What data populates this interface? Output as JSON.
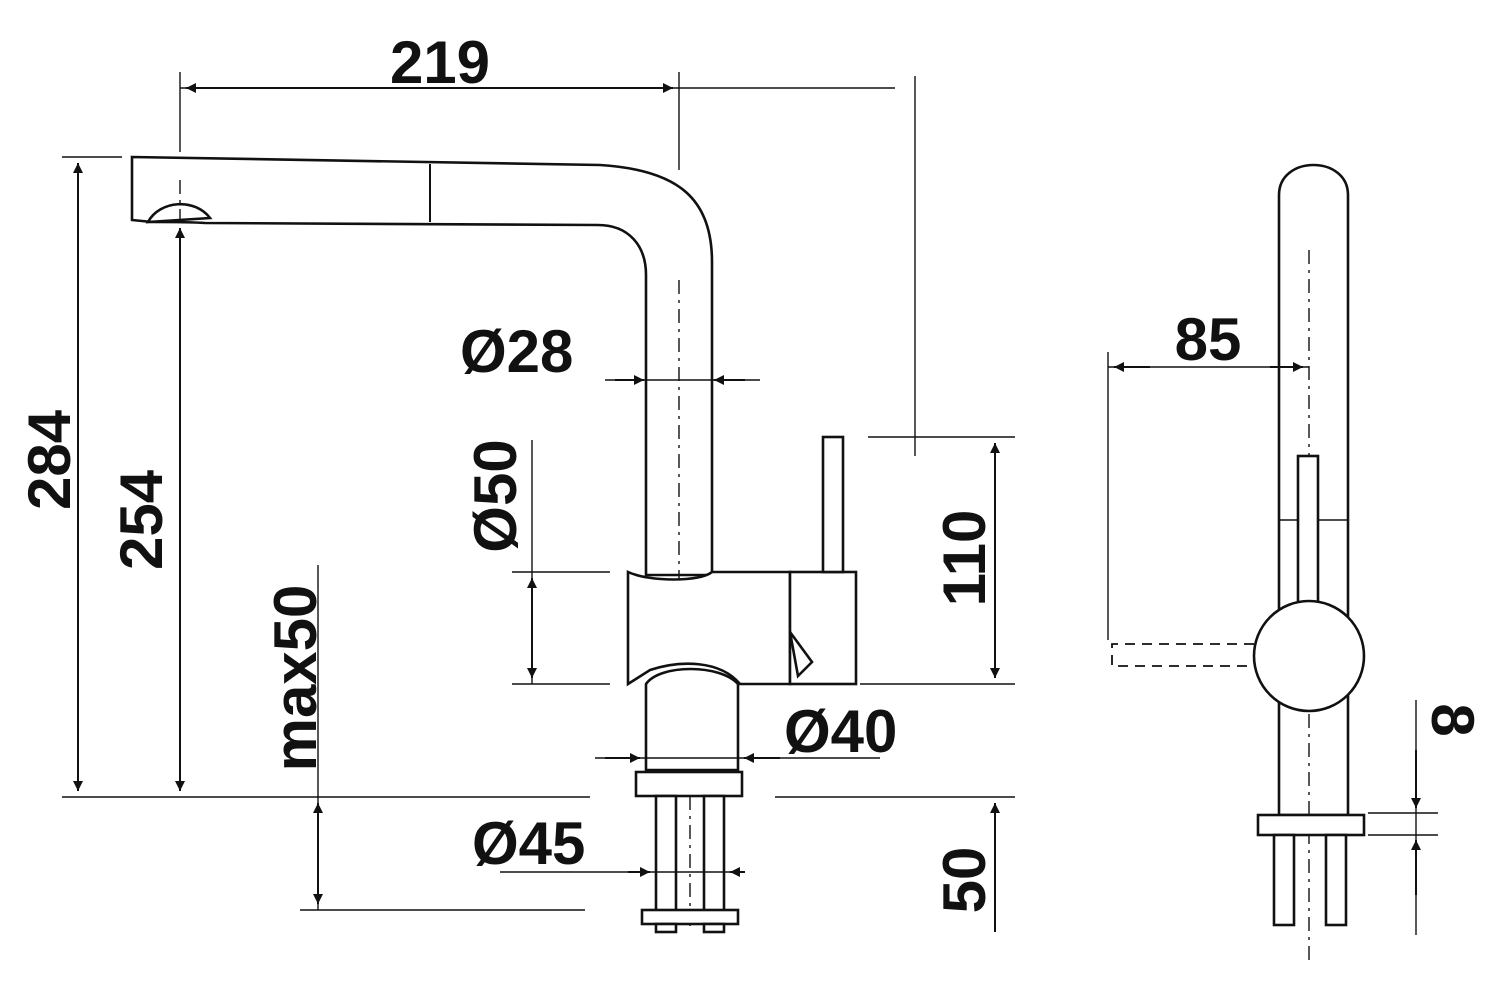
{
  "drawing": {
    "labels": {
      "width_219": "219",
      "height_284": "284",
      "height_254": "254",
      "max50": "max50",
      "dia28": "Ø28",
      "dia50": "Ø50",
      "height_110": "110",
      "dia40": "Ø40",
      "dia45": "Ø45",
      "height_50": "50",
      "depth_85": "85",
      "thickness_8": "8"
    },
    "line_color": "#111111",
    "background": "#ffffff"
  }
}
